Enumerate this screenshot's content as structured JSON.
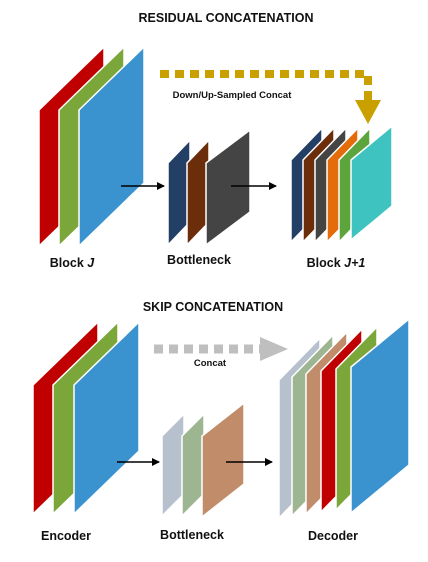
{
  "diagram": {
    "residual": {
      "title": "RESIDUAL CONCATENATION",
      "concat_label": "Down/Up-Sampled Concat",
      "block_j_prefix": "Block ",
      "block_j_var": "J",
      "bottleneck_label": "Bottleneck",
      "block_j1_prefix": "Block ",
      "block_j1_var": "J+1",
      "concat_arrow_color": "#C9A000"
    },
    "skip": {
      "title": "SKIP CONCATENATION",
      "concat_label": "Concat",
      "encoder_label": "Encoder",
      "bottleneck_label": "Bottleneck",
      "decoder_label": "Decoder",
      "concat_arrow_color": "#BFBFBF"
    },
    "colors": {
      "red": "#C00000",
      "green": "#7AA63A",
      "blue": "#3A93CF",
      "navy": "#233F66",
      "brown": "#6B2D0A",
      "dark_gray": "#444444",
      "orange": "#E46C0A",
      "bright_green": "#5CA53C",
      "teal": "#3EC3C0",
      "light_steel": "#B6C1CD",
      "sage": "#9EB592",
      "tan": "#C08C6A"
    }
  }
}
